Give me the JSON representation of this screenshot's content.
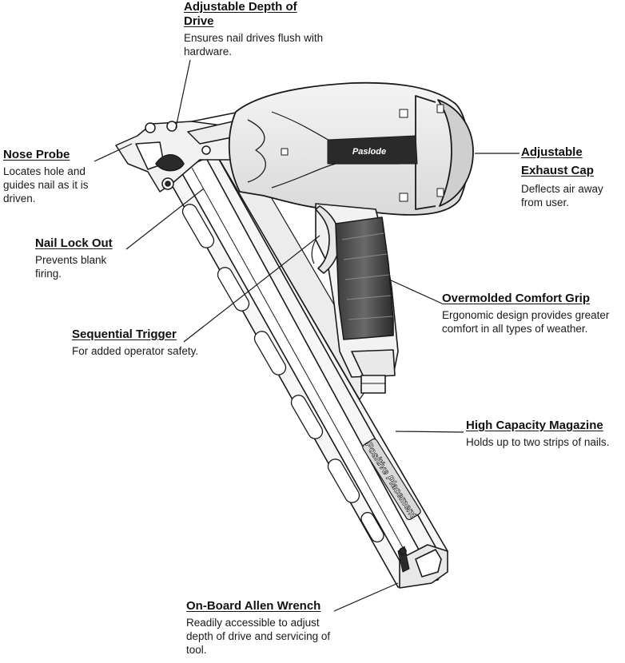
{
  "callouts": {
    "depth": {
      "title": "Adjustable Depth of Drive",
      "desc": "Ensures nail drives flush with hardware."
    },
    "nose": {
      "title": "Nose Probe",
      "desc": "Locates hole and guides nail as it is driven."
    },
    "lock": {
      "title": "Nail Lock Out",
      "desc": "Prevents blank firing."
    },
    "trigger": {
      "title": "Sequential Trigger",
      "desc": "For added  operator safety."
    },
    "exhaust": {
      "title": "Adjustable Exhaust Cap",
      "desc": "Deflects air away from user."
    },
    "grip": {
      "title": "Overmolded Comfort Grip",
      "desc": "Ergonomic design provides greater comfort in all types of weather."
    },
    "magazine": {
      "title": "High Capacity Magazine",
      "desc": "Holds up to two strips of nails."
    },
    "wrench": {
      "title": "On-Board Allen Wrench",
      "desc": "Readily accessible to adjust depth of drive and servicing of tool."
    }
  },
  "brand": {
    "logo": "Paslode",
    "magazine_text": "Positive Placement"
  },
  "colors": {
    "line": "#1a1a1a",
    "fill_light": "#eeeeee",
    "fill_mid": "#cfcfcf",
    "fill_dark": "#2a2a2a"
  },
  "icons": {
    "tool": "framing-nailer-illustration"
  }
}
